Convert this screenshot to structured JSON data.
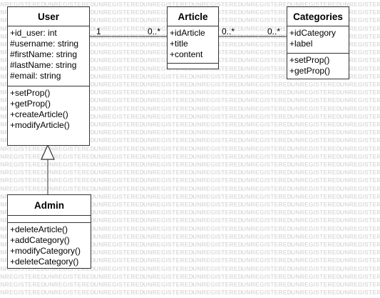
{
  "watermark": {
    "word": "UNREGISTERED",
    "rows": 37,
    "columns": 9
  },
  "classes": {
    "user": {
      "name": "User",
      "attributes": [
        "+id_user: int",
        "#username: string",
        "#firstName: string",
        "#lastName: string",
        "#email: string"
      ],
      "operations": [
        "+setProp()",
        "+getProp()",
        "+createArticle()",
        "+modifyArticle()"
      ]
    },
    "article": {
      "name": "Article",
      "attributes": [
        "+idArticle",
        "+title",
        "+content"
      ],
      "operations": []
    },
    "categories": {
      "name": "Categories",
      "attributes": [
        "+idCategory",
        "+label"
      ],
      "operations": [
        "+setProp()",
        "+getProp()"
      ]
    },
    "admin": {
      "name": "Admin",
      "attributes": [],
      "operations": [
        "+deleteArticle()",
        "+addCategory()",
        "+modifyCategory()",
        "+deleteCategory()"
      ]
    }
  },
  "associations": {
    "user_article": {
      "user_end": "1",
      "article_end": "0..*"
    },
    "article_categories": {
      "article_end": "0..*",
      "categories_end": "0..*"
    }
  },
  "colors": {
    "border": "#333333",
    "text": "#000000",
    "watermark": "#dcdcdc"
  }
}
